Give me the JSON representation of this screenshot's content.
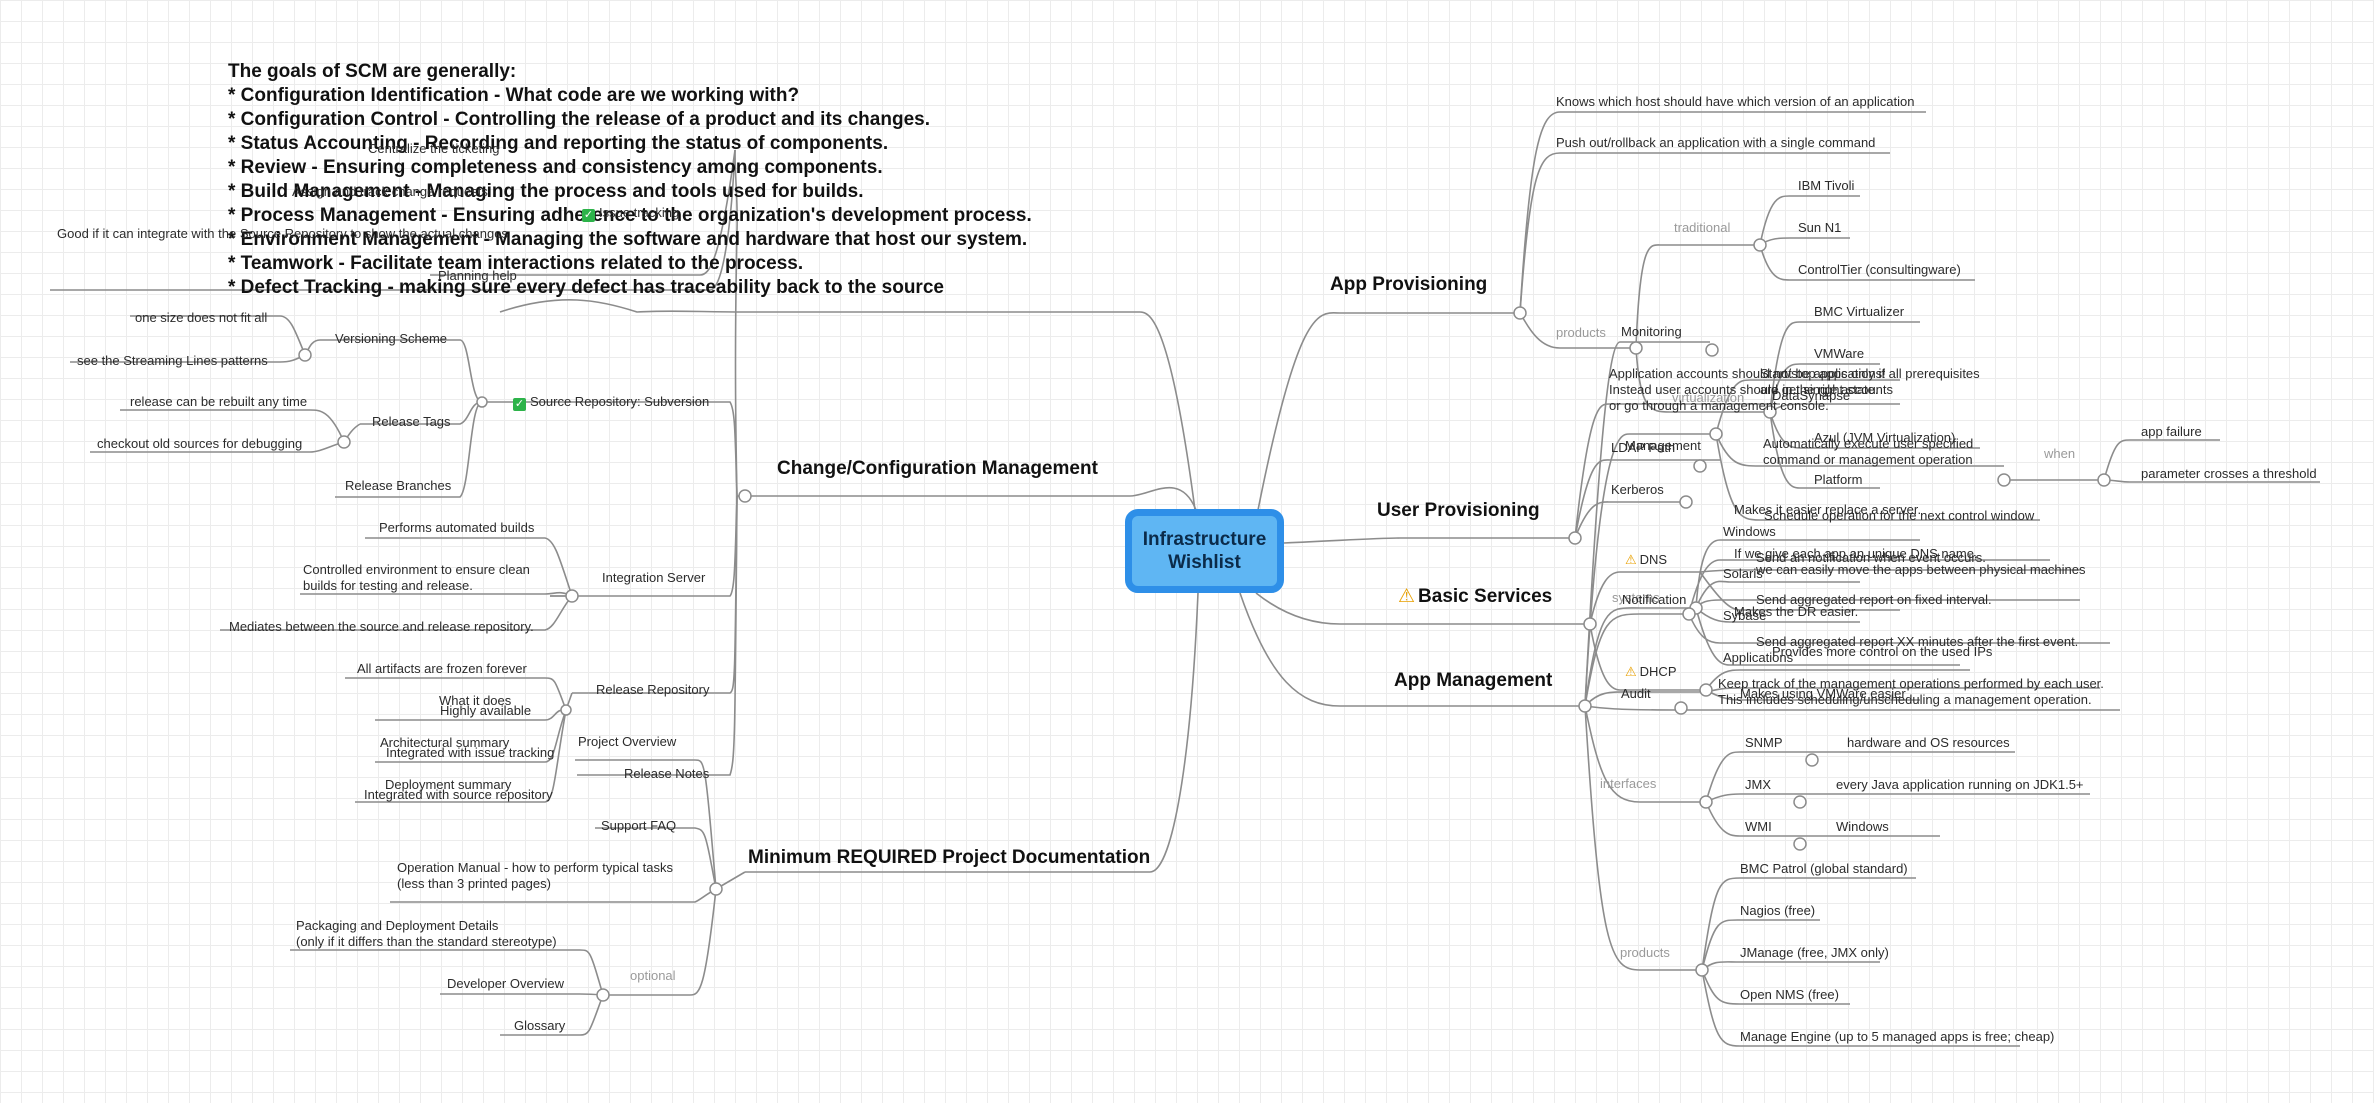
{
  "root": "Infrastructure\nWishlist",
  "scm_goals_note": "The goals of SCM are generally:\n* Configuration Identification - What code are we working with?\n* Configuration Control - Controlling the release of a product and its changes.\n* Status Accounting - Recording and reporting the status of components.\n* Review - Ensuring completeness and consistency among components.\n* Build Management - Managing the process and tools used for builds.\n* Process Management - Ensuring adherence to the organization's development process.\n* Environment Management - Managing the software and hardware that host our system.\n* Teamwork - Facilitate team interactions related to the process.\n* Defect Tracking - making sure every defect has traceability back to the source",
  "icons": {
    "check": "check-icon",
    "warning": "warning-icon",
    "colors": {
      "root_fill": "#5fb6f3",
      "root_border": "#2e8fe8",
      "check": "#2db34a",
      "warning": "#e8a000"
    }
  },
  "change_mgmt": {
    "title": "Change/Configuration Management",
    "planning_help": "Planning help",
    "planning_sub1": "Centralize the ticketing",
    "planning_sub2": "Assign and track change requests",
    "planning_sub3": "Issue tracking",
    "planning_integration": "Good if it can integrate with the Source Repository to show the actual changes",
    "source_repo": "Source Repository: Subversion",
    "versioning_scheme": "Versioning Scheme",
    "one_size": "one size does not fit all",
    "streaming_lines": "see the Streaming Lines patterns",
    "release_tags": "Release Tags",
    "rebuild": "release can be rebuilt any time",
    "checkout_old": "checkout old sources for debugging",
    "release_branches": "Release Branches",
    "integration_server": "Integration Server",
    "automated_builds": "Performs automated builds",
    "controlled_env": "Controlled environment to ensure clean\nbuilds for testing and release.",
    "mediates": "Mediates between the source and release repository.",
    "release_repo": "Release Repository",
    "frozen": "All artifacts are frozen forever",
    "highly_available": "Highly available",
    "integrated_tracking": "Integrated with issue tracking",
    "integrated_source": "Integrated with source repository",
    "release_notes": "Release Notes"
  },
  "docs": {
    "title": "Minimum REQUIRED Project Documentation",
    "project_overview": "Project Overview",
    "what_it_does": "What it does",
    "arch_summary": "Architectural summary",
    "deploy_summary": "Deployment summary",
    "support_faq": "Support FAQ",
    "operation_manual": "Operation Manual - how to perform typical tasks\n(less than 3 printed pages)",
    "optional": "optional",
    "packaging": "Packaging and Deployment Details\n(only if it differs than the standard stereotype)",
    "dev_overview": "Developer Overview",
    "glossary": "Glossary"
  },
  "app_provisioning": {
    "title": "App Provisioning",
    "knows_host": "Knows which host should have which version of an application",
    "push_out": "Push out/rollback an application with a single command",
    "traditional": "traditional",
    "ibm_tivoli": "IBM Tivoli",
    "sun_n1": "Sun N1",
    "controltier": "ControlTier (consultingware)",
    "products": "products",
    "virtualization": "virtualization",
    "bmc_virtualizer": "BMC Virtualizer",
    "vmware": "VMWare",
    "datasynapse": "DataSynapse",
    "azul": "Azul (JVM Virtualization)",
    "platform": "Platform"
  },
  "user_provisioning": {
    "title": "User Provisioning",
    "app_accounts": "Application accounts should not be applications!\nInstead user accounts should get single accounts\nor go through a management console.",
    "ldap": "LDAP Path",
    "kerberos": "Kerberos"
  },
  "basic_services": {
    "title": "Basic Services",
    "dns": "DNS",
    "dns_note1": "If we give each app an unique DNS name,",
    "dns_note2": "we can easily move the apps between physical machines",
    "dns_dr": "Makes the DR easier.",
    "dhcp": "DHCP",
    "dhcp_ips": "Provides more control on the used IPs",
    "dhcp_vmware": "Makes using VMWare easier"
  },
  "app_mgmt": {
    "title": "App Management",
    "monitoring": "Monitoring",
    "start_stop": "Start/stop apps only if all prerequisites\nare in the right state.",
    "mgmt": "Management",
    "auto_exec": "Automatically execute user specified\ncommand or management operation",
    "when": "when",
    "app_failure": "app failure",
    "param_threshold": "parameter crosses a threshold",
    "schedule": "Schedule operation for the next control window",
    "replace_server": "Makes it easier replace a server.",
    "systems": "systems",
    "windows": "Windows",
    "solaris": "Solaris",
    "sybase": "Sybase",
    "applications": "Applications",
    "notification": "Notification",
    "send_notif": "Send an notification when event occurs.",
    "send_agg": "Send aggregated report on fixed interval.",
    "send_agg_xx": "Send aggregated report XX minutes after the first event.",
    "audit": "Audit",
    "audit_note": "Keep track of the management operations performed by each user.\nThis includes scheduling/unscheduling a management operation.",
    "interfaces": "interfaces",
    "snmp": "SNMP",
    "snmp_note": "hardware and OS resources",
    "jmx": "JMX",
    "jmx_note": "every Java application running on JDK1.5+",
    "wmi": "WMI",
    "wmi_note": "Windows",
    "products": "products",
    "bmc_patrol": "BMC Patrol (global standard)",
    "nagios": "Nagios (free)",
    "jmanage": "JManage (free, JMX only)",
    "open_nms": "Open NMS (free)",
    "manage_engine": "Manage Engine (up to 5 managed apps is free; cheap)"
  }
}
